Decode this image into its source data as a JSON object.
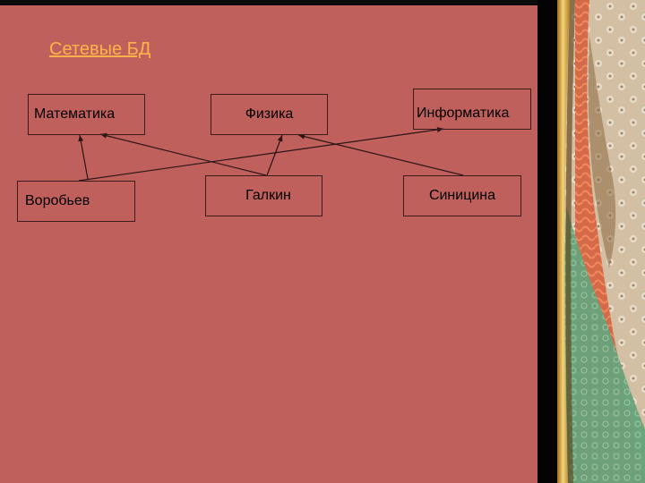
{
  "title": "Сетевые БД",
  "subjects": [
    "Математика",
    "Физика",
    "Информатика"
  ],
  "people": [
    "Воробьев",
    "Галкин",
    "Синицина"
  ],
  "links": [
    {
      "from": "Воробьев",
      "to": "Математика"
    },
    {
      "from": "Воробьев",
      "to": "Информатика"
    },
    {
      "from": "Галкин",
      "to": "Математика"
    },
    {
      "from": "Галкин",
      "to": "Физика"
    },
    {
      "from": "Синицина",
      "to": "Физика"
    }
  ],
  "colors": {
    "background": "#c0605c",
    "title": "#ffb24a",
    "lines": "#2a1414"
  }
}
